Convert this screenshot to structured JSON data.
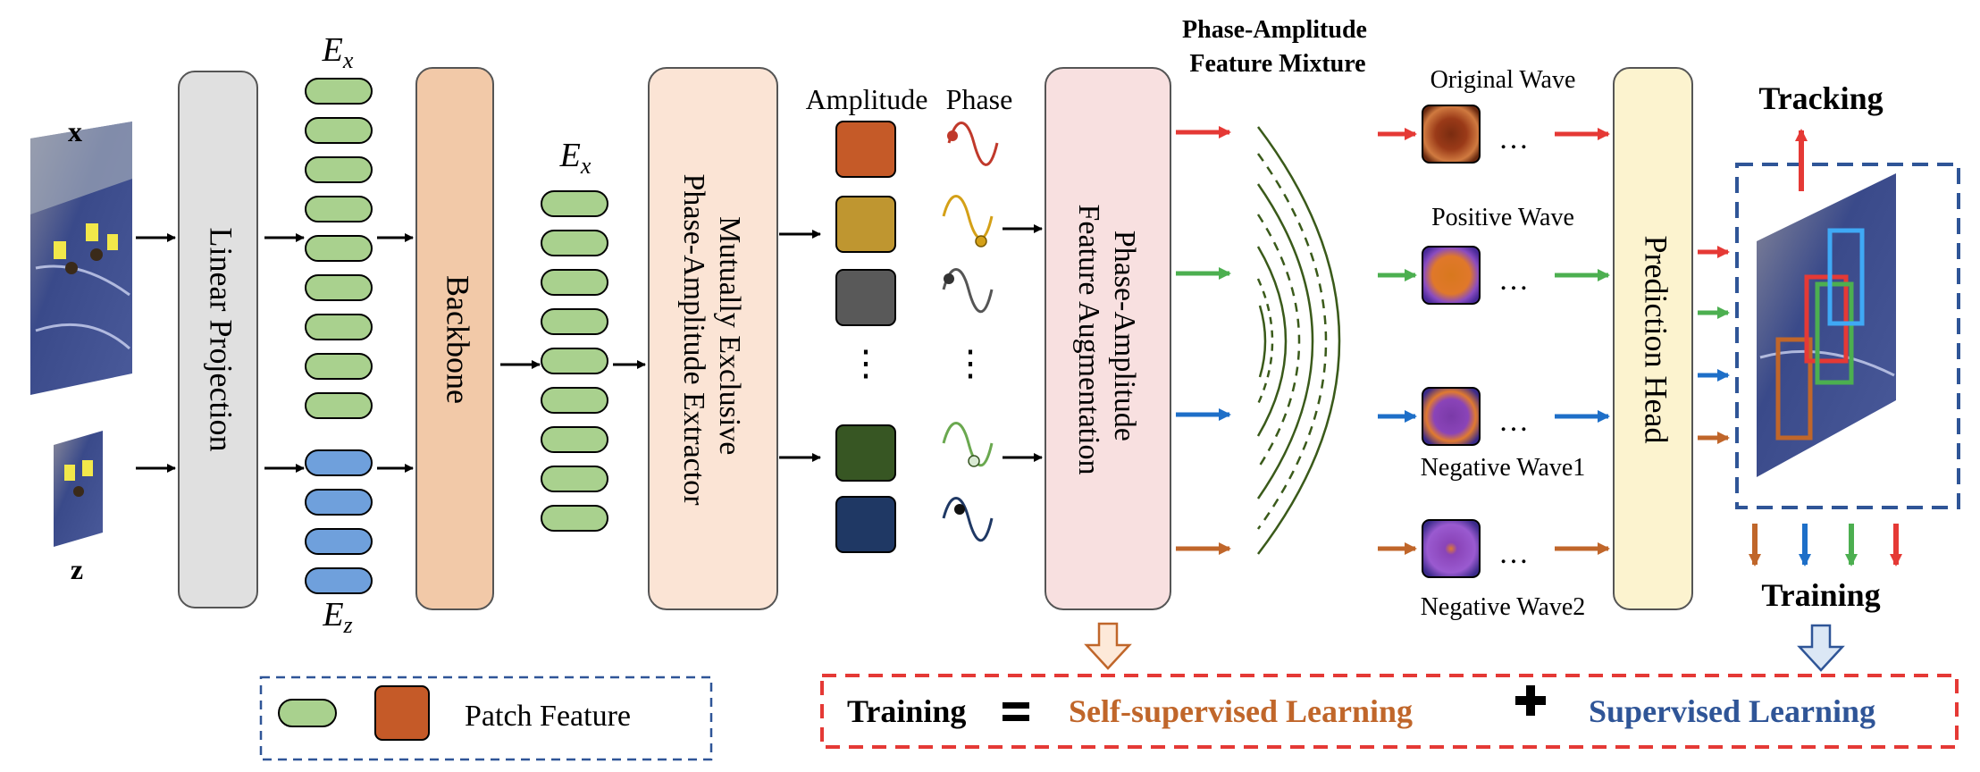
{
  "inputs": {
    "search_label": "x",
    "template_label": "z"
  },
  "token_labels": {
    "ex_symbol": "E",
    "ex_sub": "x",
    "ez_symbol": "E",
    "ez_sub": "z"
  },
  "blocks": {
    "linear_projection": "Linear Projection",
    "backbone": "Backbone",
    "extractor_line1": "Mutually Exclusive",
    "extractor_line2": "Phase-Amplitude Extractor",
    "augmentation_line1": "Phase-Amplitude",
    "augmentation_line2": "Feature Augmentation",
    "prediction_head": "Prediction Head"
  },
  "column_titles": {
    "amplitude": "Amplitude",
    "phase": "Phase"
  },
  "mixture_title": {
    "line1": "Phase-Amplitude",
    "line2": "Feature Mixture"
  },
  "waves": [
    {
      "label": "Original Wave",
      "arrow_color": "#e53935"
    },
    {
      "label": "Positive Wave",
      "arrow_color": "#4caf50"
    },
    {
      "label": "Negative Wave1",
      "arrow_color": "#1e6fc8"
    },
    {
      "label": "Negative Wave2",
      "arrow_color": "#c0662a"
    }
  ],
  "ellipsis": "…",
  "outputs": {
    "tracking": "Tracking",
    "training": "Training"
  },
  "legend": {
    "text": "Patch Feature"
  },
  "formula": {
    "lhs": "Training",
    "equals": "=",
    "term1": "Self-supervised Learning",
    "plus": "✚",
    "term2": "Supervised Learning"
  },
  "colors": {
    "token_green": "#a9d18e",
    "token_blue": "#6fa0dc",
    "linear_projection": "#e0e0e0",
    "backbone": "#f2c9a8",
    "extractor": "#fbe4d5",
    "augmentation": "#f8e0e0",
    "prediction_head": "#fcf3cf",
    "amp_1": "#c55a28",
    "amp_2": "#bf9630",
    "amp_3": "#595959",
    "amp_4": "#375623",
    "amp_5": "#1f3864",
    "self_supervised": "#c0662a",
    "supervised": "#2f5597",
    "dashed_red": "#e53935",
    "dashed_blue": "#2f5597",
    "mixture_curves": "#3a5a1a"
  }
}
